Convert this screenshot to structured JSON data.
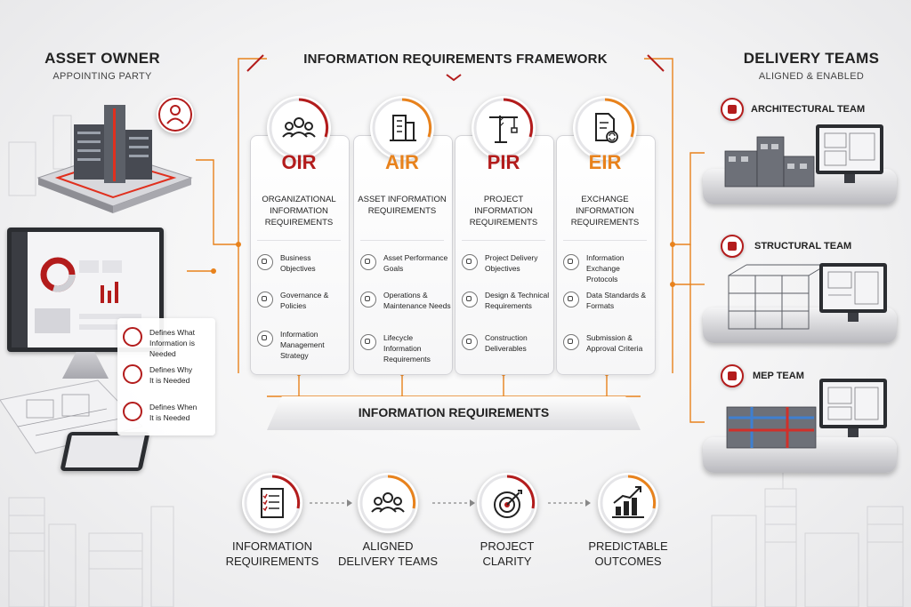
{
  "left": {
    "title": "ASSET OWNER",
    "subtitle": "APPOINTING PARTY",
    "legend": [
      {
        "icon": "target-icon",
        "line1": "Defines What",
        "line2": "Information is Needed"
      },
      {
        "icon": "question-icon",
        "line1": "Defines Why",
        "line2": "It is Needed"
      },
      {
        "icon": "calendar-icon",
        "line1": "Defines When",
        "line2": "It is Needed"
      }
    ]
  },
  "framework": {
    "title": "INFORMATION REQUIREMENTS FRAMEWORK",
    "platform_label": "INFORMATION REQUIREMENTS",
    "cards": [
      {
        "abbr": "OIR",
        "color": "#b31c1c",
        "icon": "people-icon",
        "name": [
          "ORGANIZATIONAL",
          "INFORMATION",
          "REQUIREMENTS"
        ],
        "items": [
          [
            "Business Objectives"
          ],
          [
            "Governance &",
            "Policies"
          ],
          [
            "Information",
            "Management",
            "Strategy"
          ]
        ]
      },
      {
        "abbr": "AIR",
        "color": "#e8821c",
        "icon": "building-icon",
        "name": [
          "ASSET INFORMATION",
          "REQUIREMENTS"
        ],
        "items": [
          [
            "Asset Performance",
            "Goals"
          ],
          [
            "Operations &",
            "Maintenance Needs"
          ],
          [
            "Lifecycle Information",
            "Requirements"
          ]
        ]
      },
      {
        "abbr": "PIR",
        "color": "#b31c1c",
        "icon": "crane-icon",
        "name": [
          "PROJECT INFORMATION",
          "REQUIREMENTS"
        ],
        "items": [
          [
            "Project Delivery",
            "Objectives"
          ],
          [
            "Design & Technical",
            "Requirements"
          ],
          [
            "Construction",
            "Deliverables"
          ]
        ]
      },
      {
        "abbr": "EIR",
        "color": "#e8821c",
        "icon": "document-exchange-icon",
        "name": [
          "EXCHANGE INFORMATION",
          "REQUIREMENTS"
        ],
        "items": [
          [
            "Information Exchange",
            "Protocols"
          ],
          [
            "Data Standards &",
            "Formats"
          ],
          [
            "Submission &",
            "Approval Criteria"
          ]
        ]
      }
    ]
  },
  "right": {
    "title": "DELIVERY TEAMS",
    "subtitle": "ALIGNED & ENABLED",
    "teams": [
      {
        "label": "ARCHITECTURAL TEAM",
        "icon": "building-icon"
      },
      {
        "label": "STRUCTURAL TEAM",
        "icon": "structure-icon"
      },
      {
        "label": "MEP TEAM",
        "icon": "pipe-icon"
      }
    ]
  },
  "flow": [
    {
      "icon": "checklist-icon",
      "line1": "INFORMATION",
      "line2": "REQUIREMENTS"
    },
    {
      "icon": "people-icon",
      "line1": "ALIGNED",
      "line2": "DELIVERY TEAMS"
    },
    {
      "icon": "target-icon",
      "line1": "PROJECT",
      "line2": "CLARITY"
    },
    {
      "icon": "growth-chart-icon",
      "line1": "PREDICTABLE",
      "line2": "OUTCOMES"
    }
  ],
  "colors": {
    "accent_red": "#b31c1c",
    "accent_orange": "#e8821c",
    "connector": "#e8821c"
  }
}
